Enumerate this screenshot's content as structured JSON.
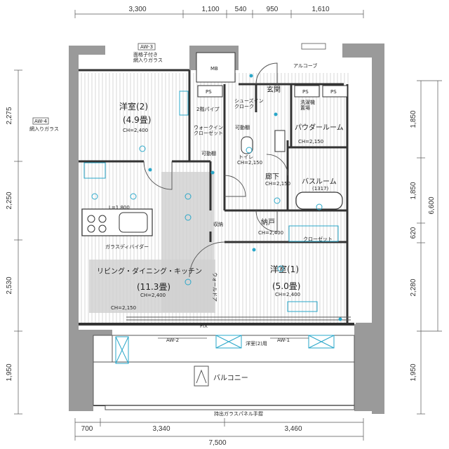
{
  "dimensions": {
    "top": [
      "3,300",
      "1,100",
      "540",
      "950",
      "1,610"
    ],
    "left": [
      "2,275",
      "2,250",
      "2,530",
      "1,950"
    ],
    "right_inner": [
      "1,850",
      "1,850",
      "620",
      "2,280",
      "1,950"
    ],
    "right_outer": "6,600",
    "bottom": [
      "700",
      "3,340",
      "3,460"
    ],
    "bottom_total": "7,500"
  },
  "rooms": {
    "western2": {
      "name": "洋室(2)",
      "size": "(4.9畳)",
      "ch": "CH=2,400"
    },
    "ldk": {
      "name": "リビング・ダイニング・キッチン",
      "size": "(11.3畳)",
      "ch": "CH=2,400",
      "ch2": "CH=2,150"
    },
    "western1": {
      "name": "洋室(1)",
      "size": "(5.0畳)",
      "ch": "CH=2,400"
    },
    "entrance": "玄関",
    "shoes": "シューズイン\nクローク",
    "powder": "パウダールーム",
    "powder_ch": "CH=2,150",
    "bath": "バスルーム",
    "bath_size": "(1317)",
    "toilet": "トイレ",
    "toilet_ch": "CH=2,150",
    "hall": "廊下",
    "hall_ch": "CH=2,150",
    "storage": "納戸",
    "storage_ch": "CH=2,400",
    "closet": "クローゼット",
    "walkin": "ウォークイン\nクローゼット",
    "shuno": "収納",
    "balcony": "バルコニー",
    "alcove": "アルコーブ",
    "mb": "MB",
    "ps1": "PS",
    "ps2": "PS",
    "ps3": "PS",
    "pipe": "2階パイプ",
    "movable1": "可動棚",
    "movable2": "可動棚",
    "washer": "洗濯機\n置場",
    "garasu": "ガラスディバイダー",
    "l1800": "L=1,800",
    "fix": "FIX",
    "wall_door": "ウォールドア",
    "aw1": "AW-1",
    "aw2": "AW-2",
    "aw3": "AW-3",
    "aw4": "AW-4",
    "aw3_note": "面格子付き\n網入りガラス",
    "aw4_note": "網入りガラス",
    "balcony_rail": "持出ガラスパネル手摺",
    "western2_use": "洋室(2)用"
  }
}
